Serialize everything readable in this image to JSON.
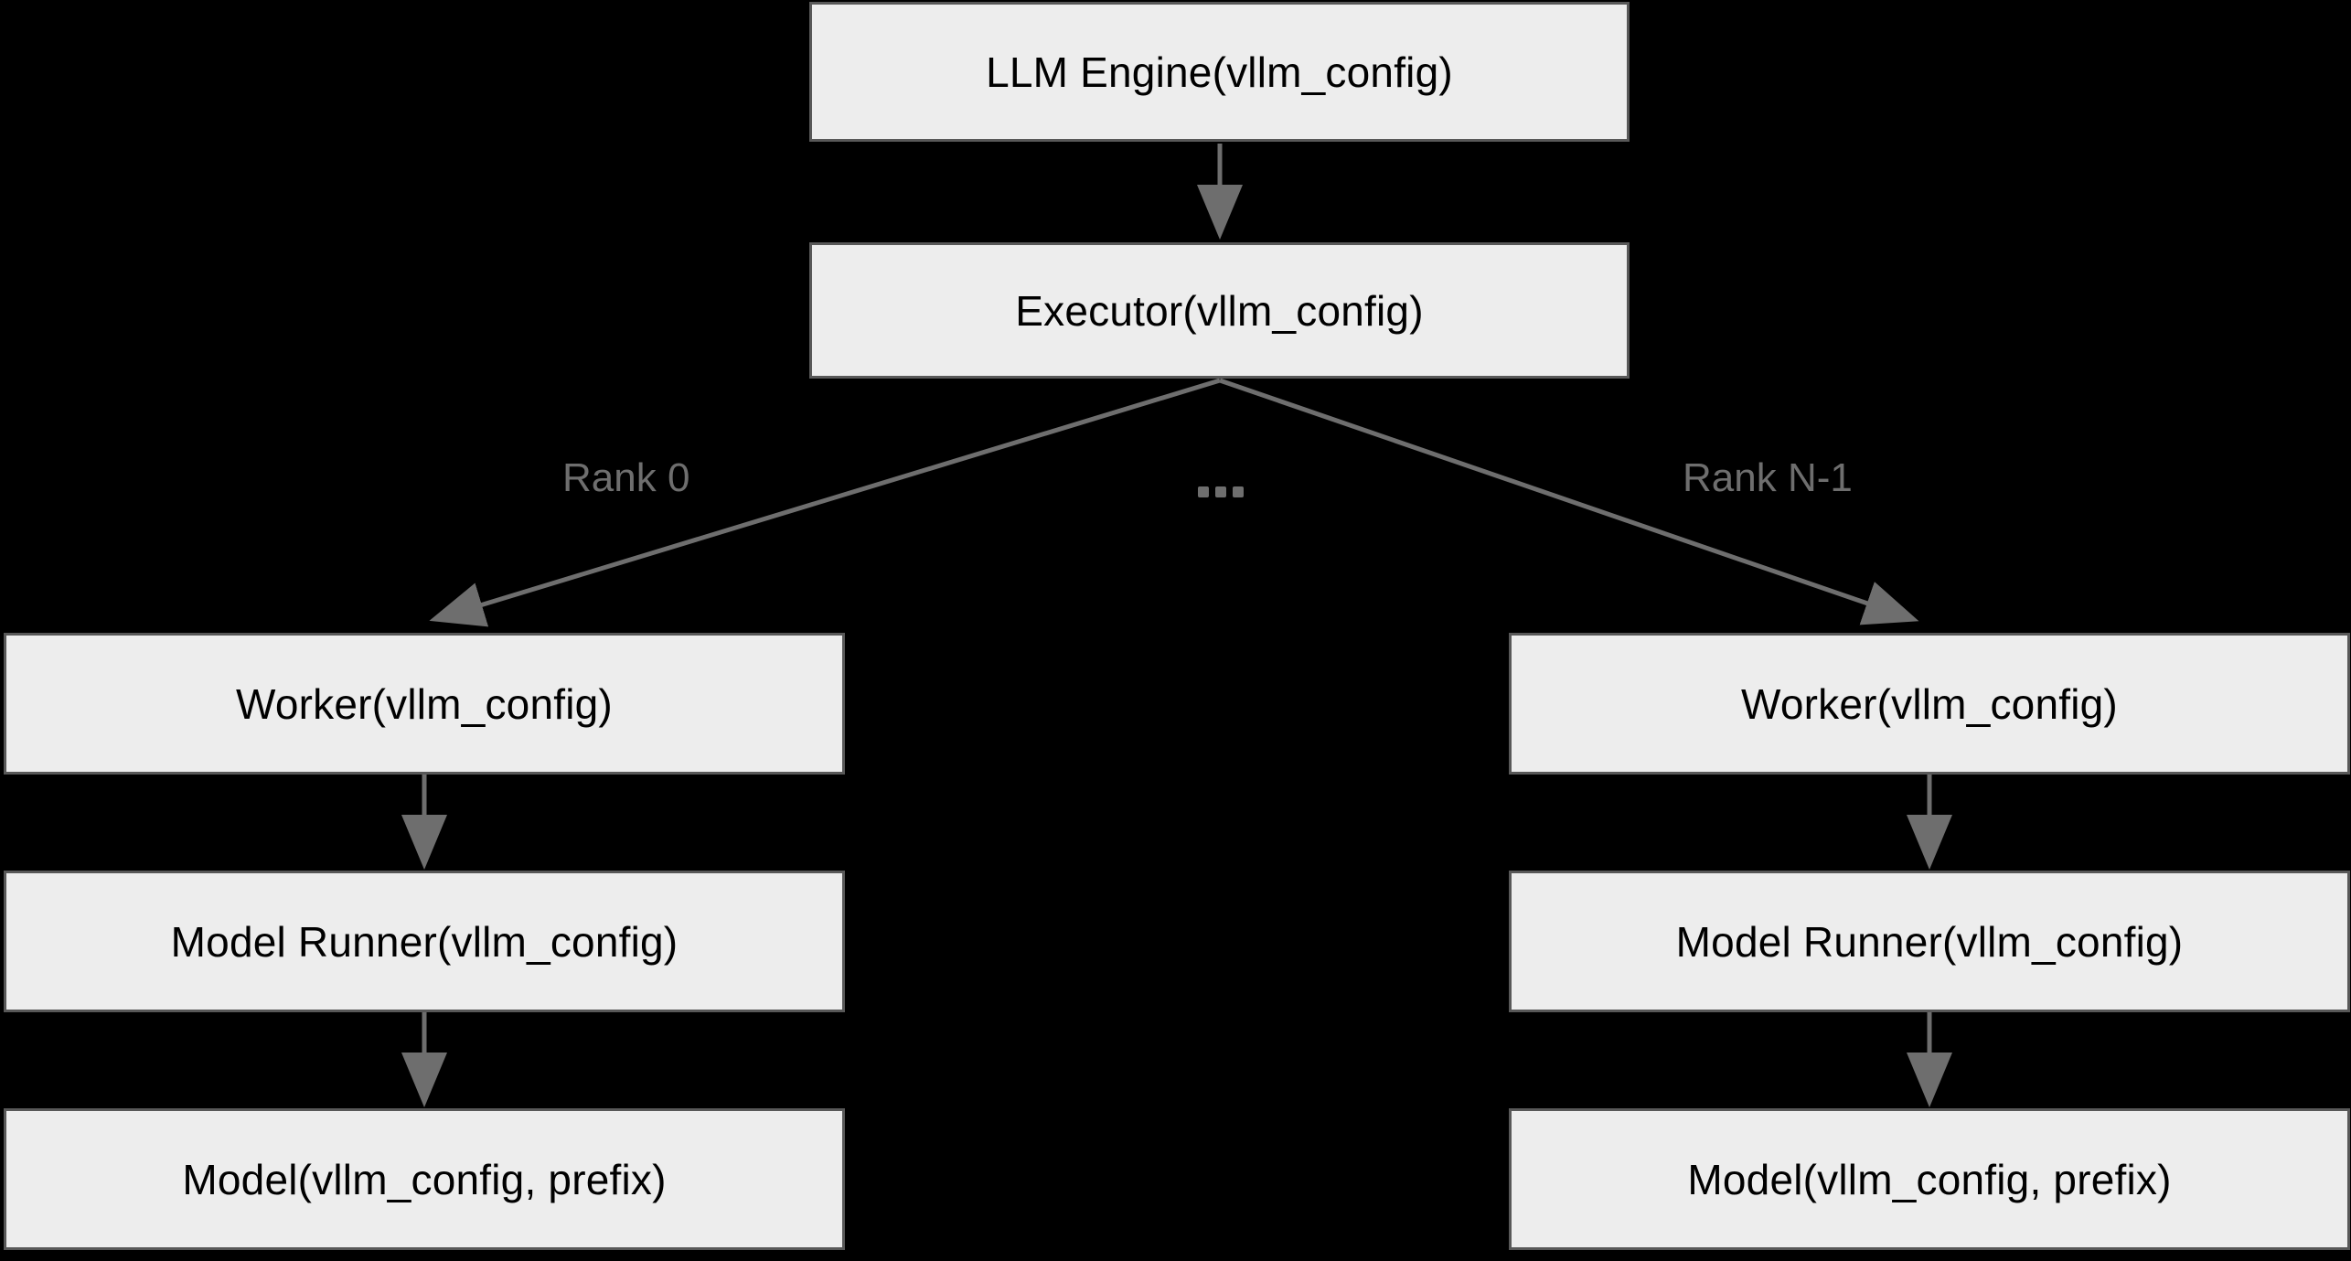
{
  "diagram": {
    "title_node": {
      "label": "LLM Engine(vllm_config)"
    },
    "executor_node": {
      "label": "Executor(vllm_config)"
    },
    "edge_labels": {
      "left": "Rank 0",
      "middle": "...",
      "right": "Rank N-1"
    },
    "columns": [
      {
        "rank_label": "Rank 0",
        "nodes": [
          {
            "label": "Worker(vllm_config)"
          },
          {
            "label": "Model Runner(vllm_config)"
          },
          {
            "label": "Model(vllm_config, prefix)"
          }
        ]
      },
      {
        "rank_label": "Rank N-1",
        "nodes": [
          {
            "label": "Worker(vllm_config)"
          },
          {
            "label": "Model Runner(vllm_config)"
          },
          {
            "label": "Model(vllm_config, prefix)"
          }
        ]
      }
    ],
    "colors": {
      "background": "#000000",
      "node_fill": "#ededed",
      "node_border": "#585858",
      "node_text": "#000000",
      "edge": "#6e6e6e",
      "label_text": "#6e6e6e"
    }
  }
}
